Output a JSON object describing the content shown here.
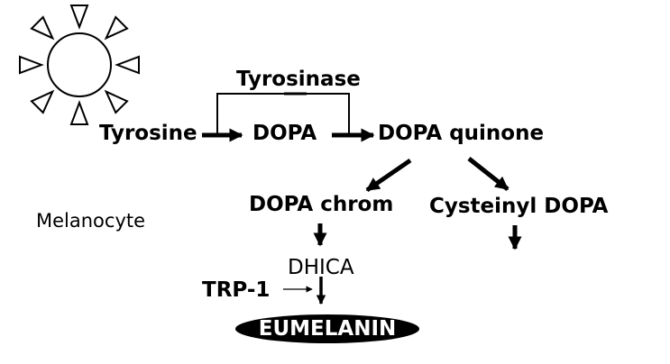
{
  "labels": {
    "tyrosinase": "Tyrosinase",
    "tyrosine": "Tyrosine",
    "dopa": "DOPA",
    "dopa_quinone": "DOPA quinone",
    "dopa_chrom": "DOPA chrom",
    "cysteinyl_dopa": "Cysteinyl DOPA",
    "melanocyte": "Melanocyte",
    "dhica": "DHICA",
    "trp1": "TRP-1",
    "eumelanin": "EUMELANIN"
  },
  "icons": {
    "sun": "sun-icon"
  },
  "colors": {
    "ink": "#000000",
    "background": "#ffffff",
    "eumelanin_text": "#ffffff"
  }
}
